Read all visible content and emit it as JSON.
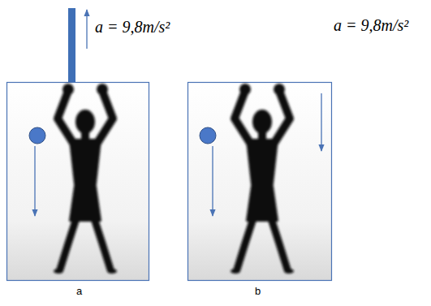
{
  "diagram": {
    "labels": [
      "a = 9,8m/s²",
      "a = 9,8m/s²",
      "a",
      "b"
    ]
  }
}
